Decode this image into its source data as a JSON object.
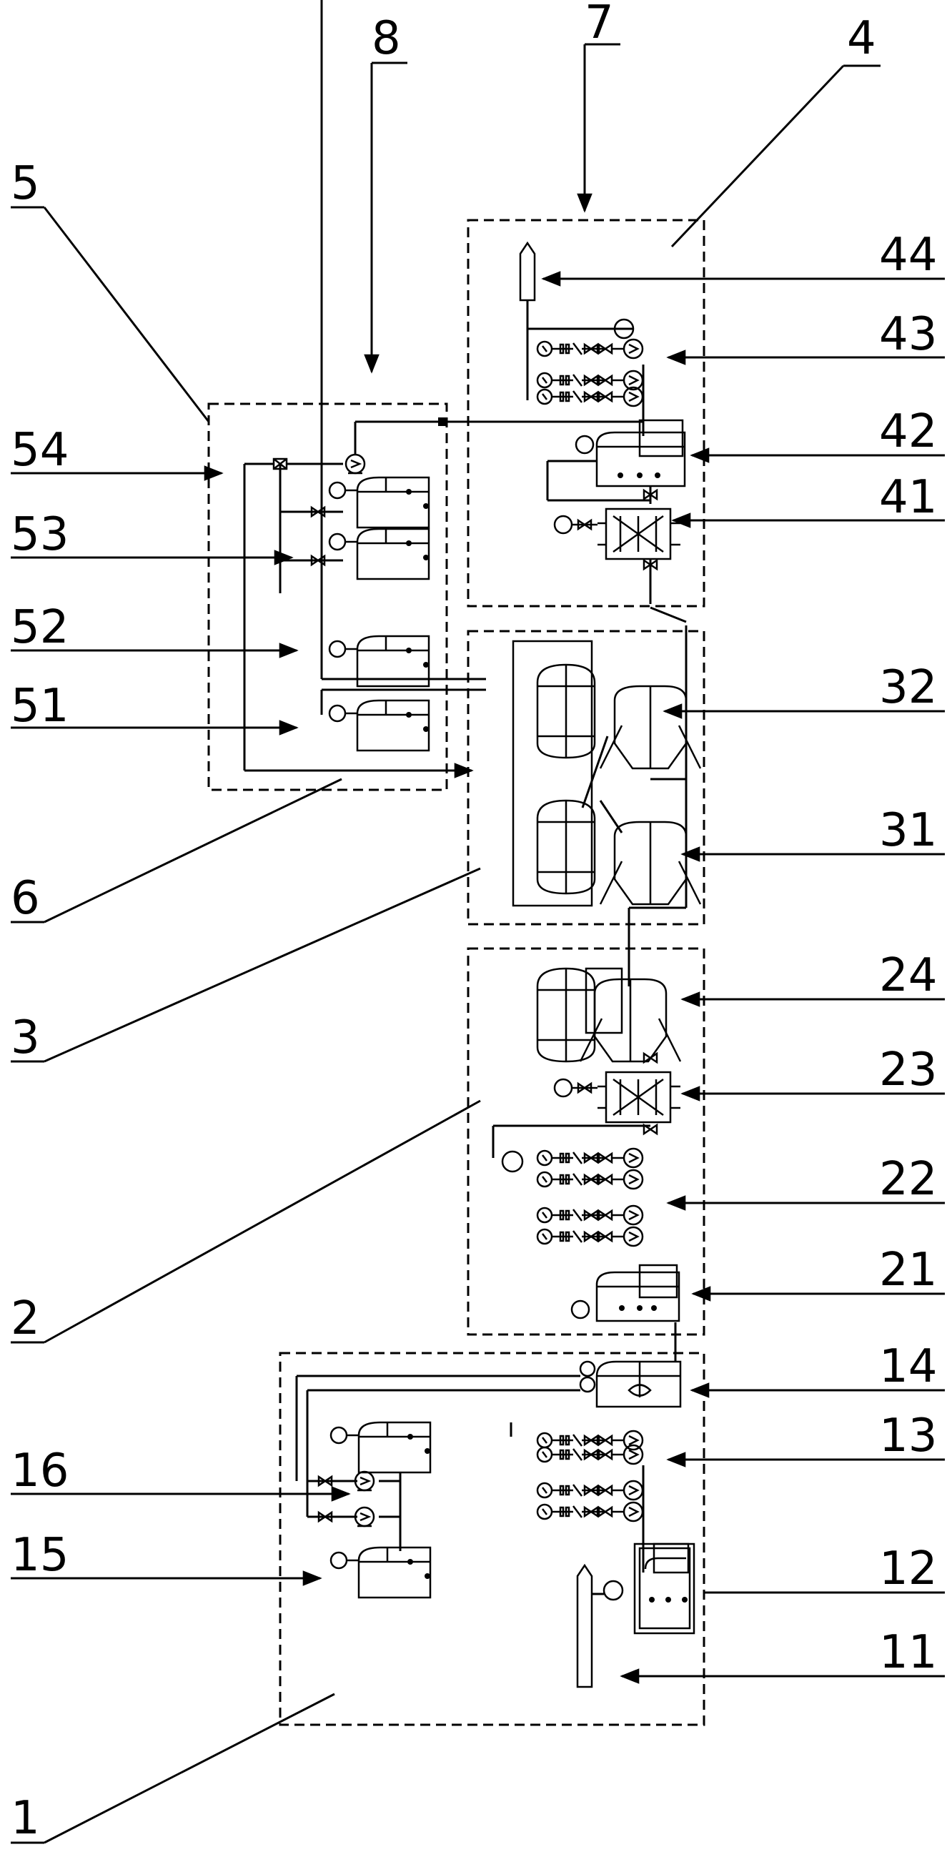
{
  "labels": {
    "l1": "1",
    "l2": "2",
    "l3": "3",
    "l4": "4",
    "l5": "5",
    "l6": "6",
    "l7": "7",
    "l8": "8",
    "l11": "11",
    "l12": "12",
    "l13": "13",
    "l14": "14",
    "l15": "15",
    "l16": "16",
    "l21": "21",
    "l22": "22",
    "l23": "23",
    "l24": "24",
    "l31": "31",
    "l32": "32",
    "l41": "41",
    "l42": "42",
    "l43": "43",
    "l44": "44",
    "l51": "51",
    "l52": "52",
    "l53": "53",
    "l54": "54"
  },
  "colors": {
    "line": "#000000",
    "background": "#ffffff"
  }
}
